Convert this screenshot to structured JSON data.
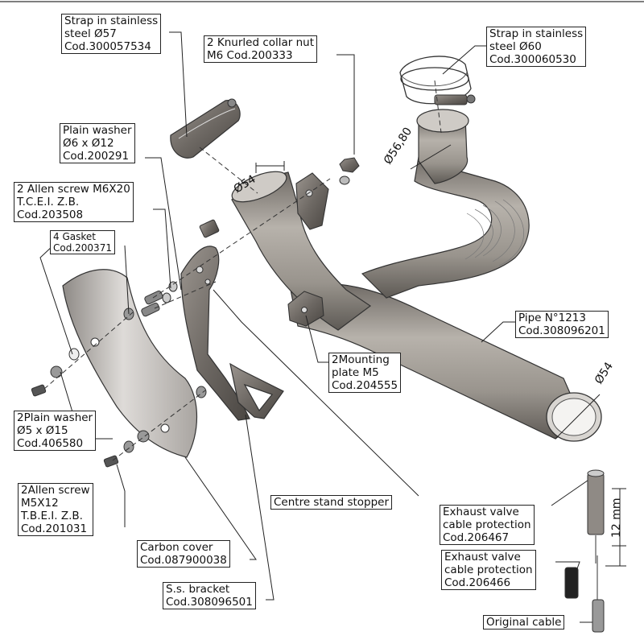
{
  "callouts": {
    "strap57": [
      "Strap in stainless",
      "steel Ø57",
      "Cod.300057534"
    ],
    "collar_nut": [
      "2 Knurled collar nut",
      "M6 Cod.200333"
    ],
    "strap60": [
      "Strap in stainless",
      "steel Ø60",
      "Cod.300060530"
    ],
    "plain_washer6": [
      "Plain washer",
      "Ø6 x Ø12",
      "Cod.200291"
    ],
    "allen_m6": [
      "2 Allen screw M6X20",
      "T.C.E.I. Z.B.",
      "Cod.203508"
    ],
    "gasket": [
      "4 Gasket",
      "Cod.200371"
    ],
    "pipe": [
      "Pipe N°1213",
      "Cod.308096201"
    ],
    "mounting_plate": [
      "2Mounting",
      "plate M5",
      "Cod.204555"
    ],
    "plain_washer5": [
      "2Plain washer",
      "Ø5 x Ø15",
      "Cod.406580"
    ],
    "allen_m5": [
      "2Allen screw",
      "M5X12",
      "T.B.E.I. Z.B.",
      "Cod.201031"
    ],
    "centre_stand": [
      "Centre stand stopper"
    ],
    "exhaust_valve_1": [
      "Exhaust valve",
      "cable protection",
      "Cod.206467"
    ],
    "exhaust_valve_2": [
      "Exhaust valve",
      "cable protection",
      "Cod.206466"
    ],
    "carbon_cover": [
      "Carbon cover",
      "Cod.087900038"
    ],
    "ss_bracket": [
      "S.s. bracket",
      "Cod.308096501"
    ],
    "original_cable": [
      "Original cable"
    ]
  },
  "dimensions": {
    "d_5680": "Ø56,80",
    "d_54_top": "Ø54",
    "d_54_end": "Ø54",
    "len_12": "12 mm"
  }
}
